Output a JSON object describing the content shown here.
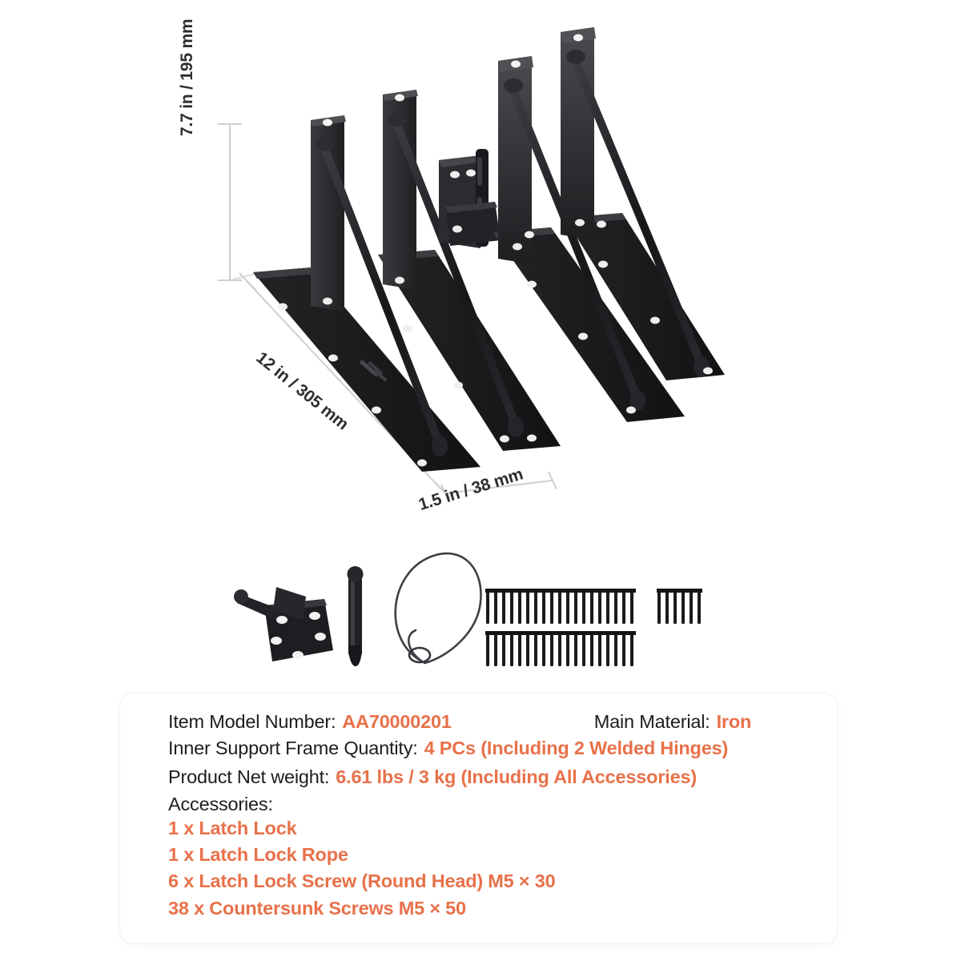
{
  "product": {
    "name": "heavy-duty-shelf-bracket-set",
    "bracket_count": 4,
    "finish_color": "#1c1c1e",
    "accessory_items": [
      "latch-lock",
      "latch-lock-handle",
      "latch-lock-rope",
      "countersunk-screws-row",
      "round-head-screws-row"
    ],
    "countersunk_screw_columns": 19,
    "countersunk_screw_rows": 2,
    "round_head_screw_count": 6
  },
  "dimensions": {
    "height": "7.7 in / 195 mm",
    "length": "12 in / 305 mm",
    "depth": "1.5 in / 38 mm"
  },
  "spec_card": {
    "model": {
      "label": "Item Model Number:",
      "value": "AA70000201"
    },
    "material": {
      "label": "Main Material:",
      "value": "Iron"
    },
    "frame_quantity": {
      "label": "Inner Support Frame Quantity:",
      "value": "4 PCs (Including 2 Welded Hinges)"
    },
    "net_weight": {
      "label": "Product Net weight:",
      "value": "6.61 lbs / 3 kg (Including All Accessories)"
    },
    "accessories_heading": "Accessories:",
    "accessories": [
      "1 x Latch Lock",
      "1 x Latch Lock Rope",
      "6 x Latch Lock Screw (Round Head) M5 × 30",
      "38 x Countersunk Screws M5 × 50"
    ]
  },
  "colors": {
    "accent": "#e8714a",
    "text": "#1d1d1d",
    "product": "#1c1c1e",
    "dimension_line": "#cfcfcf",
    "background": "#ffffff"
  }
}
